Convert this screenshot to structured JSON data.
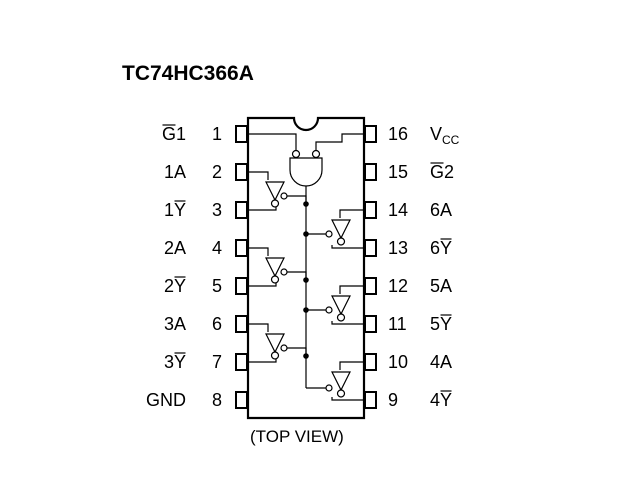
{
  "title": "TC74HC366A",
  "caption": "(TOP VIEW)",
  "pins": [
    {
      "num": "1",
      "label": "G1",
      "over": "G",
      "rest": "1",
      "sub": ""
    },
    {
      "num": "2",
      "label": "1A",
      "over": "",
      "rest": "1A",
      "sub": ""
    },
    {
      "num": "3",
      "label": "1Y",
      "over": "Y",
      "pre": "1",
      "sub": ""
    },
    {
      "num": "4",
      "label": "2A",
      "over": "",
      "rest": "2A",
      "sub": ""
    },
    {
      "num": "5",
      "label": "2Y",
      "over": "Y",
      "pre": "2",
      "sub": ""
    },
    {
      "num": "6",
      "label": "3A",
      "over": "",
      "rest": "3A",
      "sub": ""
    },
    {
      "num": "7",
      "label": "3Y",
      "over": "Y",
      "pre": "3",
      "sub": ""
    },
    {
      "num": "8",
      "label": "GND",
      "over": "",
      "rest": "GND",
      "sub": ""
    },
    {
      "num": "9",
      "label": "4Y",
      "over": "Y",
      "pre": "4",
      "sub": ""
    },
    {
      "num": "10",
      "label": "4A",
      "over": "",
      "rest": "4A",
      "sub": ""
    },
    {
      "num": "11",
      "label": "5Y",
      "over": "Y",
      "pre": "5",
      "sub": ""
    },
    {
      "num": "12",
      "label": "5A",
      "over": "",
      "rest": "5A",
      "sub": ""
    },
    {
      "num": "13",
      "label": "6Y",
      "over": "Y",
      "pre": "6",
      "sub": ""
    },
    {
      "num": "14",
      "label": "6A",
      "over": "",
      "rest": "6A",
      "sub": ""
    },
    {
      "num": "15",
      "label": "G2",
      "over": "G",
      "rest": "2",
      "sub": ""
    },
    {
      "num": "16",
      "label": "VCC",
      "over": "",
      "rest": "V",
      "sub": "CC"
    }
  ]
}
